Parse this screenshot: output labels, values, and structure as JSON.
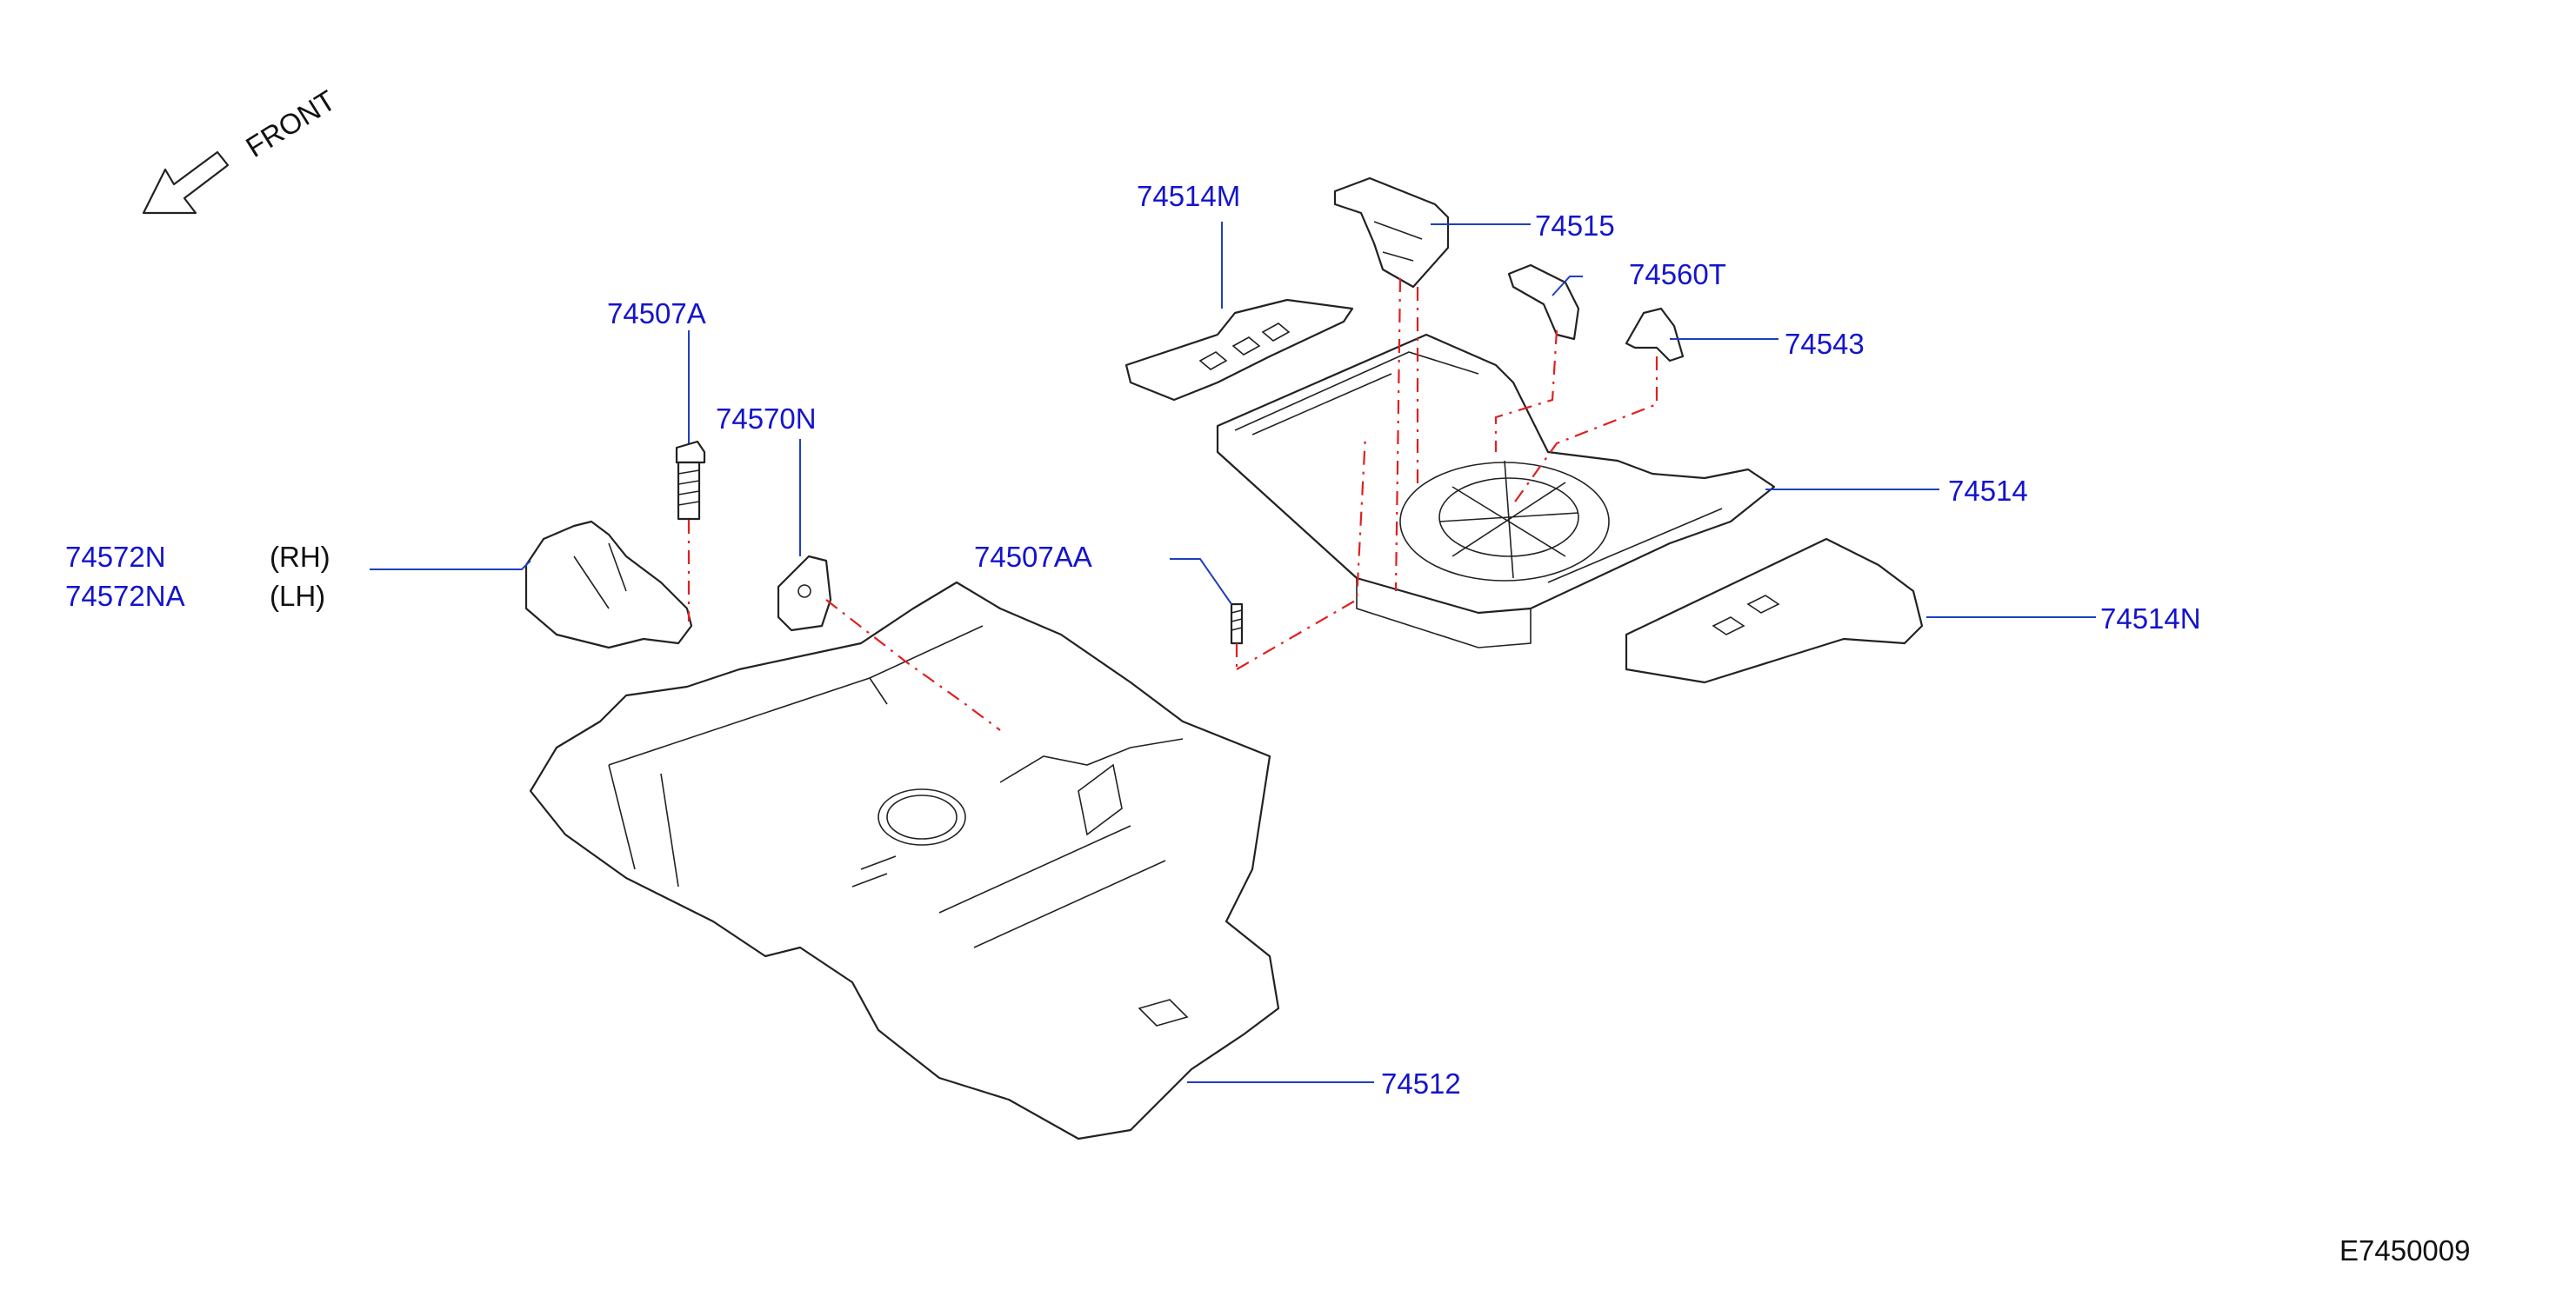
{
  "front_label": "FRONT",
  "diagram_code": "E7450009",
  "colors": {
    "callout": "#1414cc",
    "leader": "#1f3fbf",
    "install_line": "#e02020",
    "outline": "#222222"
  },
  "callouts": {
    "p74514M": "74514M",
    "p74515": "74515",
    "p74560T": "74560T",
    "p74543": "74543",
    "p74514": "74514",
    "p74514N": "74514N",
    "p74507A": "74507A",
    "p74570N": "74570N",
    "p74507AA": "74507AA",
    "p74572N": "74572N",
    "p74572NA": "74572NA",
    "p74512": "74512"
  },
  "side_notes": {
    "rh": "(RH)",
    "lh": "(LH)"
  }
}
